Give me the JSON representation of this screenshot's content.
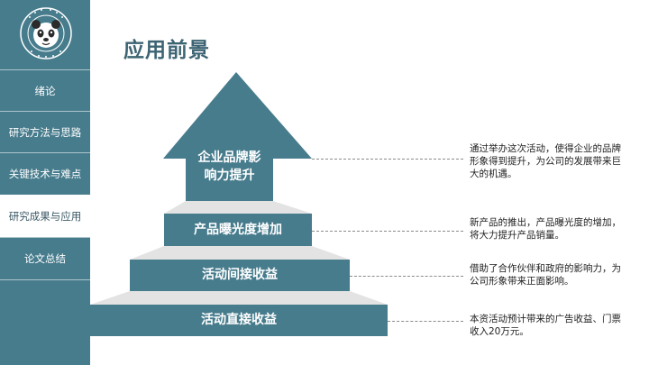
{
  "sidebar": {
    "logo_icon": "panda-logo-icon",
    "items": [
      {
        "label": "绪论",
        "active": false
      },
      {
        "label": "研究方法与思路",
        "active": false
      },
      {
        "label": "关键技术与难点",
        "active": false
      },
      {
        "label": "研究成果与应用",
        "active": true
      },
      {
        "label": "论文总结",
        "active": false
      }
    ]
  },
  "main": {
    "title": "应用前景",
    "pyramid": {
      "arrow_label_line1": "企业品牌影",
      "arrow_label_line2": "响力提升",
      "tier2": "产品曝光度增加",
      "tier3": "活动间接收益",
      "tier4": "活动直接收益"
    },
    "descriptions": {
      "d1": "通过举办这次活动，使得企业的品牌形象得到提升，为公司的发展带来巨大的机遇。",
      "d2": "新产品的推出，产品曝光度的增加，将大力提升产品销量。",
      "d3": "借助了合作伙伴和政府的影响力，为公司形象带来正面影响。",
      "d4": "本资活动预计带来的广告收益、门票收入20万元。"
    }
  },
  "colors": {
    "sidebar": "#477c8d",
    "tier": "#477c8d",
    "title": "#3d6473",
    "step_gray": "#e3e3e3"
  }
}
